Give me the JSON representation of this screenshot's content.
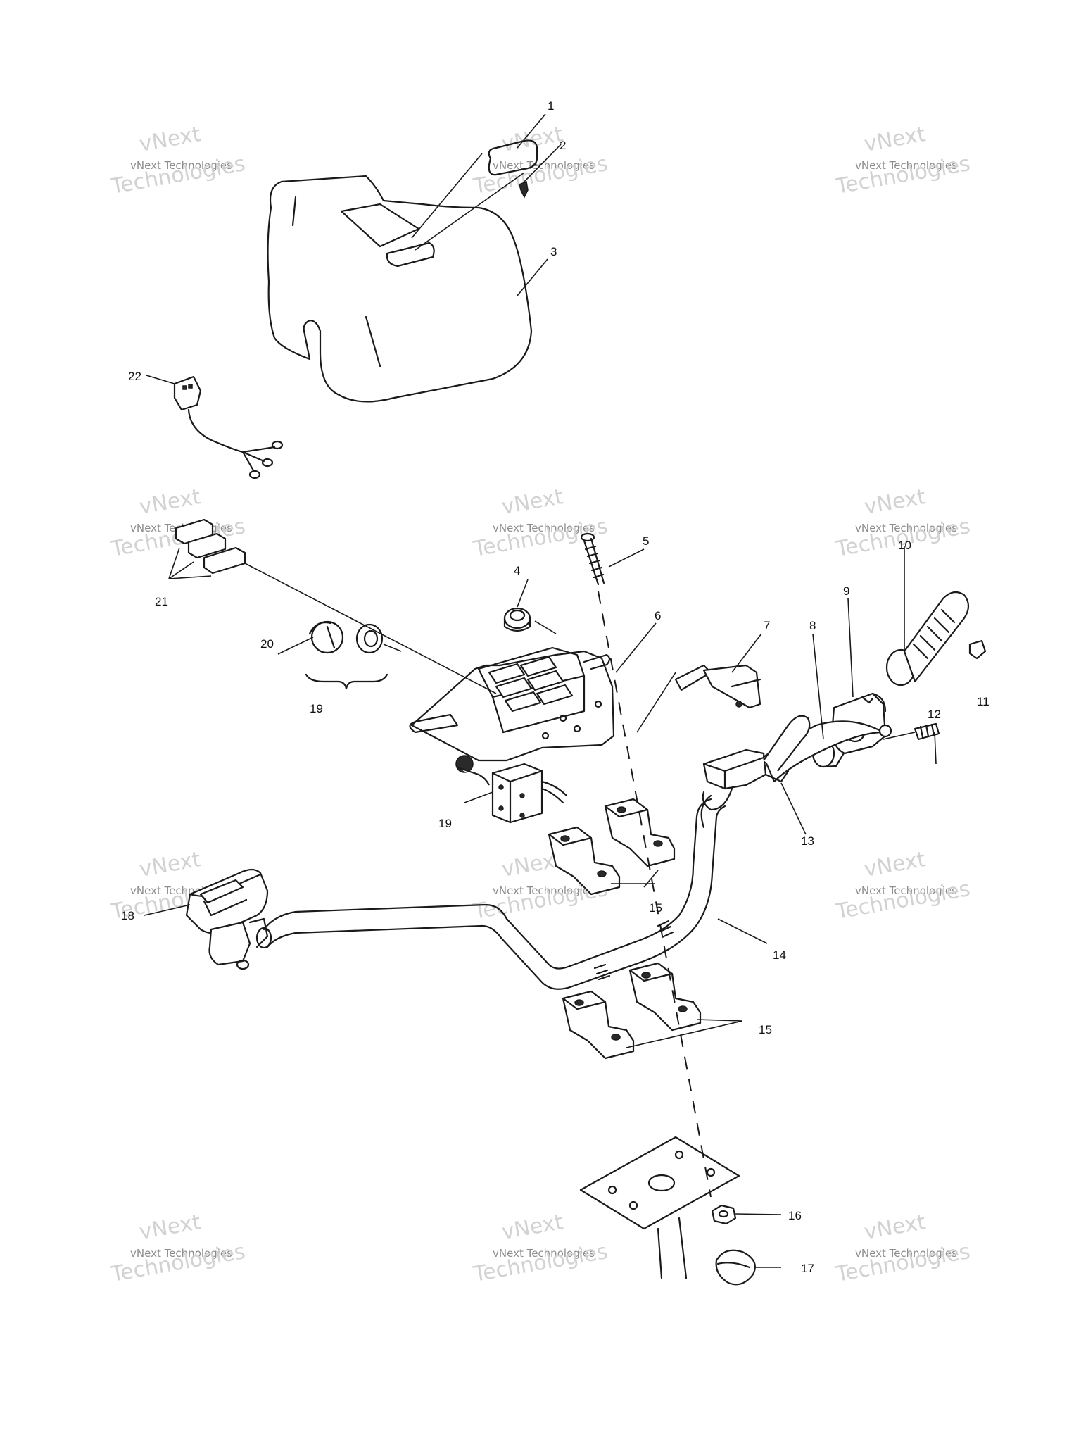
{
  "diagram": {
    "callouts": [
      {
        "id": "c1",
        "label": "1"
      },
      {
        "id": "c2",
        "label": "2"
      },
      {
        "id": "c3",
        "label": "3"
      },
      {
        "id": "c4",
        "label": "4"
      },
      {
        "id": "c5",
        "label": "5"
      },
      {
        "id": "c6",
        "label": "6"
      },
      {
        "id": "c7",
        "label": "7"
      },
      {
        "id": "c8",
        "label": "8"
      },
      {
        "id": "c9",
        "label": "9"
      },
      {
        "id": "c10",
        "label": "10"
      },
      {
        "id": "c11",
        "label": "11"
      },
      {
        "id": "c12",
        "label": "12"
      },
      {
        "id": "c13",
        "label": "13"
      },
      {
        "id": "c14",
        "label": "14"
      },
      {
        "id": "c15a",
        "label": "15"
      },
      {
        "id": "c15b",
        "label": "15"
      },
      {
        "id": "c16",
        "label": "16"
      },
      {
        "id": "c17",
        "label": "17"
      },
      {
        "id": "c18",
        "label": "18"
      },
      {
        "id": "c19a",
        "label": "19"
      },
      {
        "id": "c19b",
        "label": "19"
      },
      {
        "id": "c20",
        "label": "20"
      },
      {
        "id": "c21",
        "label": "21"
      },
      {
        "id": "c22",
        "label": "22"
      }
    ],
    "watermark": {
      "line1": "vNext",
      "line2": "vNext Technologies",
      "line3": "Technologies"
    }
  }
}
